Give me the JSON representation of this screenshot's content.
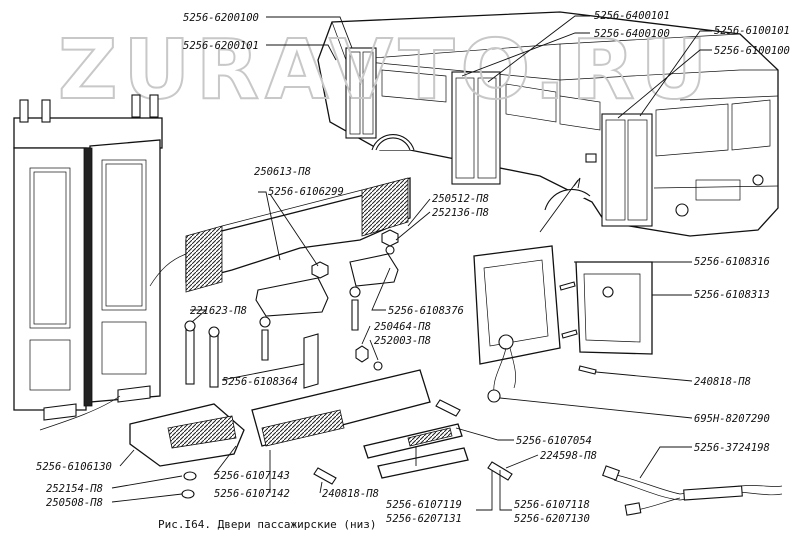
{
  "watermark": "ZURAVTO.RU",
  "caption": "Рис.І64. Двери пассажирские (низ)",
  "labels": {
    "p01": "5256-6200100",
    "p02": "5256-6200101",
    "p03": "5256-6400101",
    "p04": "5256-6400100",
    "p05": "5256-6100101",
    "p06": "5256-6100100",
    "p07": "250613-П8",
    "p08": "5256-6106299",
    "p09": "250512-П8",
    "p10": "252136-П8",
    "p11": "5256-6108316",
    "p12": "5256-6108313",
    "p13": "221623-П8",
    "p14": "5256-6108376",
    "p15": "250464-П8",
    "p16": "252003-П8",
    "p17": "5256-6108364",
    "p18": "240818-П8",
    "p19": "695Н-8207290",
    "p20": "5256-6107054",
    "p21": "5256-6106130",
    "p22": "224598-П8",
    "p23": "5256-3724198",
    "p24": "252154-П8",
    "p25": "5256-6107143",
    "p26": "250508-П8",
    "p27": "5256-6107142",
    "p28": "240818-П8",
    "p29": "5256-6107119",
    "p30": "5256-6207131",
    "p31": "5256-6107118",
    "p32": "5256-6207130"
  }
}
